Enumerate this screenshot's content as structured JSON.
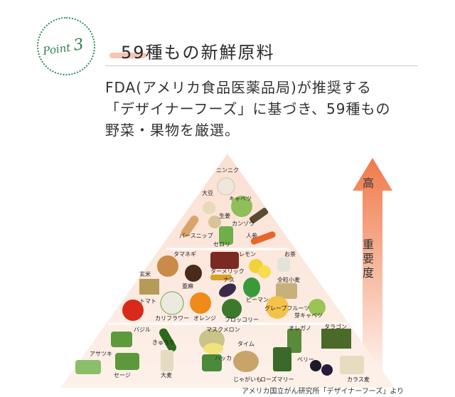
{
  "point": {
    "label": "Point",
    "number": "3"
  },
  "title": "59種もの新鮮原料",
  "description": {
    "line1": "FDA(アメリカ食品医薬品局)が推奨する",
    "line2": "「デザイナーフーズ」に基づき、59種もの",
    "line3": "野菜・果物を厳選。"
  },
  "importance_arrow": {
    "top_label": "高",
    "label_line1": "重",
    "label_line2": "要",
    "label_line3": "度"
  },
  "pyramid": {
    "tier1": [
      "ニンニク",
      "大豆",
      "キャベツ",
      "生姜",
      "カンゾウ",
      "人参",
      "パースニップ",
      "セロリ"
    ],
    "tier2": [
      "タマネギ",
      "レモン",
      "お茶",
      "玄米",
      "ターメリック",
      "全粒小麦",
      "亜麻",
      "ナス",
      "ピーマン",
      "トマト",
      "カリフラワー",
      "オレンジ",
      "ブロッコリー",
      "グレープフルーツ",
      "芽キャベツ"
    ],
    "tier3": [
      "バジル",
      "マスクメロン",
      "オレガノ",
      "タラゴン",
      "アサツキ",
      "きゅうり",
      "タイム",
      "ハッカ",
      "ベリー",
      "セージ",
      "大麦",
      "じゃがいも",
      "ローズマリー",
      "カラス麦"
    ]
  },
  "caption": "アメリカ国立がん研究所「デザイナーフーズ」より",
  "colors": {
    "accent": "#2e8b57",
    "arrow": "#f07a4a",
    "pyramid": "#fbe3d6"
  }
}
